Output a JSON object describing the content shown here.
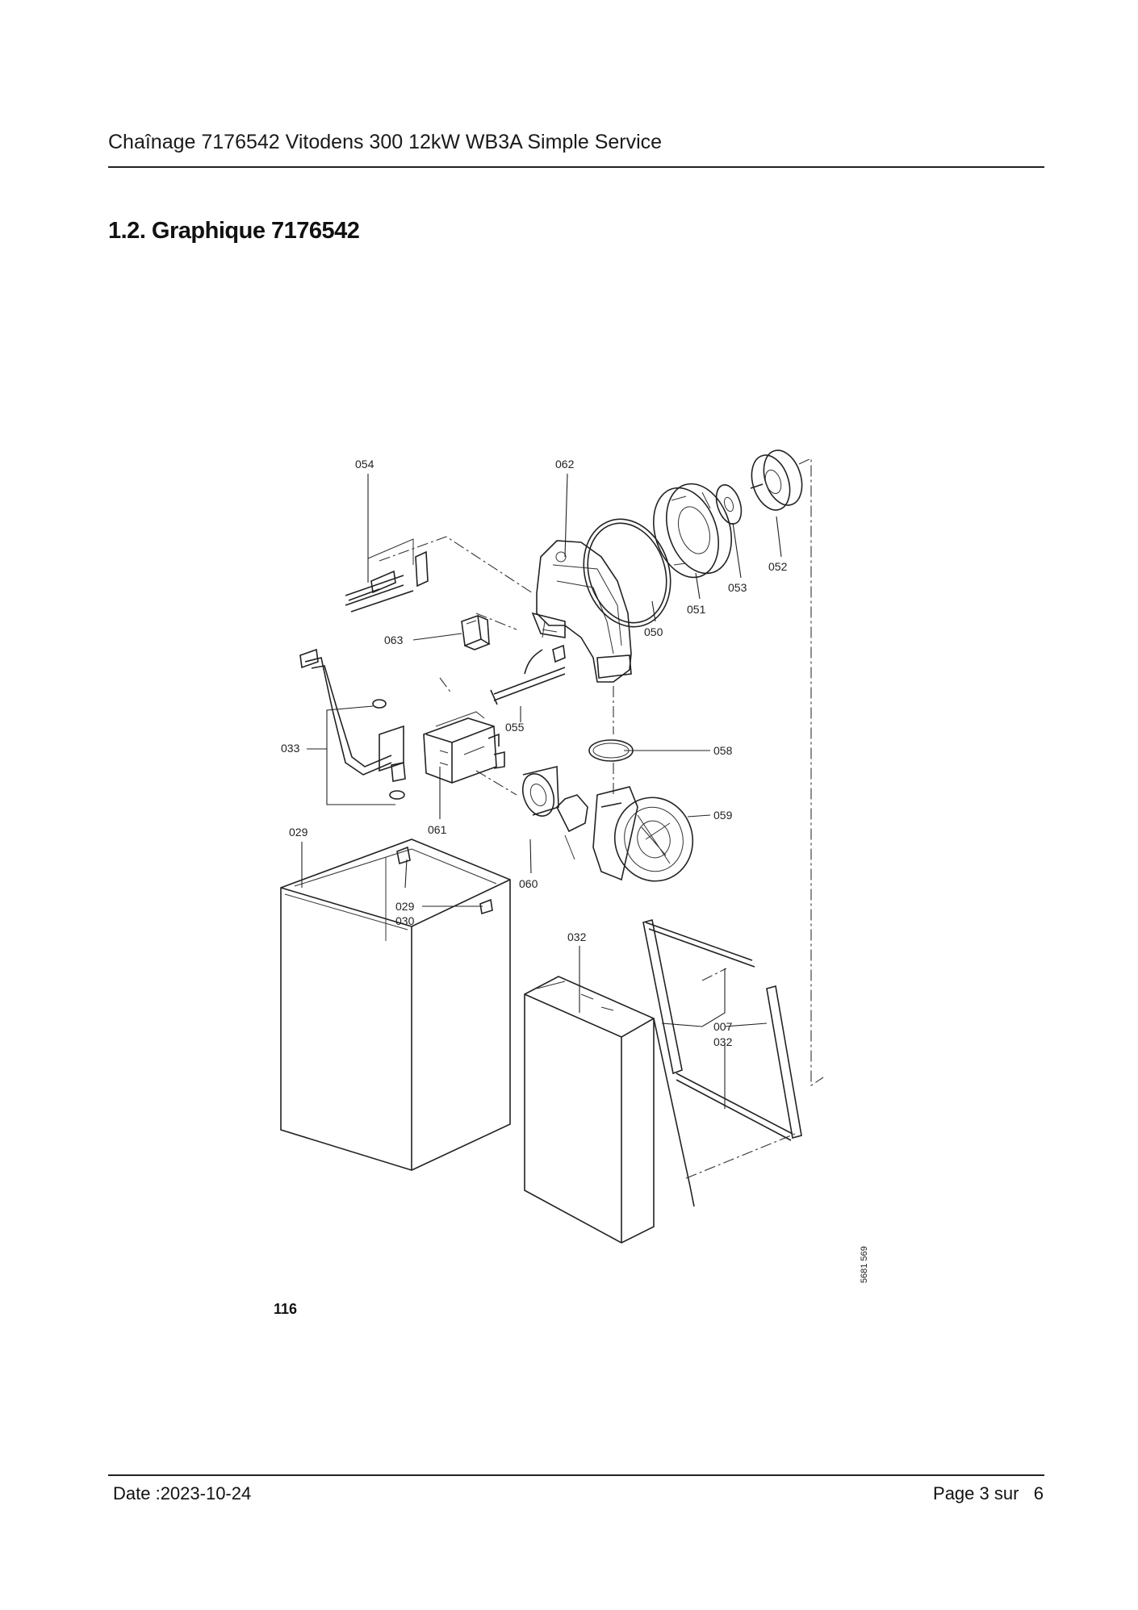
{
  "header": {
    "title": "Chaînage 7176542 Vitodens 300 12kW WB3A Simple Service"
  },
  "section": {
    "title": "1.2. Graphique 7176542"
  },
  "diagram": {
    "figure_number": "116",
    "drawing_ref": "5681 569",
    "labels": {
      "l054": "054",
      "l062": "062",
      "l052": "052",
      "l053": "053",
      "l051": "051",
      "l050": "050",
      "l063": "063",
      "l055": "055",
      "l033": "033",
      "l058": "058",
      "l061": "061",
      "l059": "059",
      "l029a": "029",
      "l060": "060",
      "l029b": "029",
      "l030": "030",
      "l032a": "032",
      "l007": "007",
      "l032b": "032"
    }
  },
  "footer": {
    "date": "Date :2023-10-24",
    "page": "Page 3 sur   6"
  }
}
